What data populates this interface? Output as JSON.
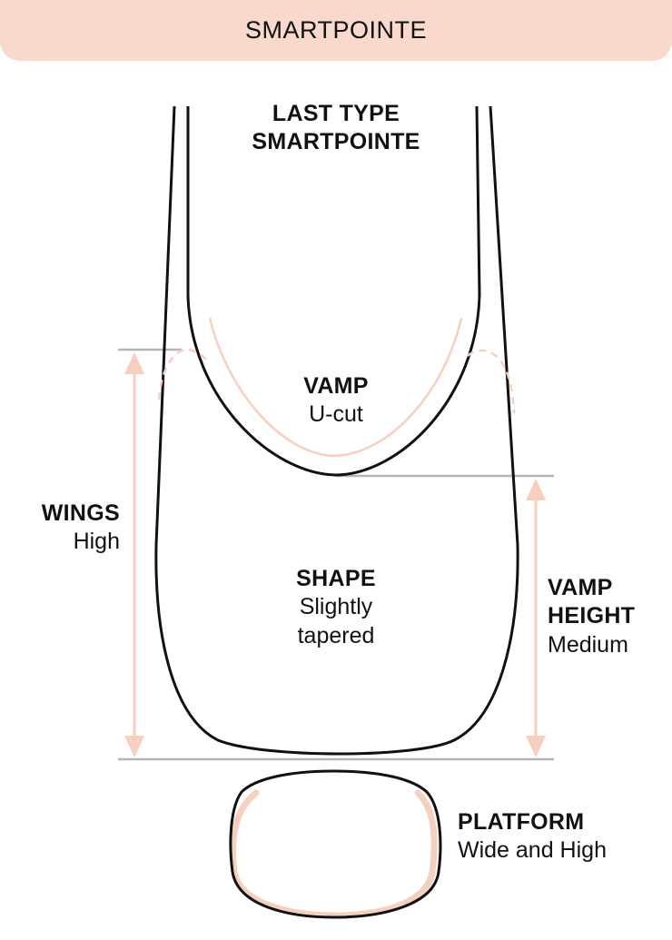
{
  "header": {
    "title": "SMARTPOINTE"
  },
  "colors": {
    "accent": "#f9d9cc",
    "accent_line": "#f6cfbf",
    "outline": "#111111",
    "guide": "#b5b5b5"
  },
  "labels": {
    "last_type": {
      "line1": "LAST TYPE",
      "line2": "SMARTPOINTE"
    },
    "vamp": {
      "title": "VAMP",
      "value": "U-cut"
    },
    "wings": {
      "title": "WINGS",
      "value": "High"
    },
    "shape": {
      "title": "SHAPE",
      "value_line1": "Slightly",
      "value_line2": "tapered"
    },
    "vamp_height": {
      "title_line1": "VAMP",
      "title_line2": "HEIGHT",
      "value": "Medium"
    },
    "platform": {
      "title": "PLATFORM",
      "value": "Wide and High"
    }
  }
}
